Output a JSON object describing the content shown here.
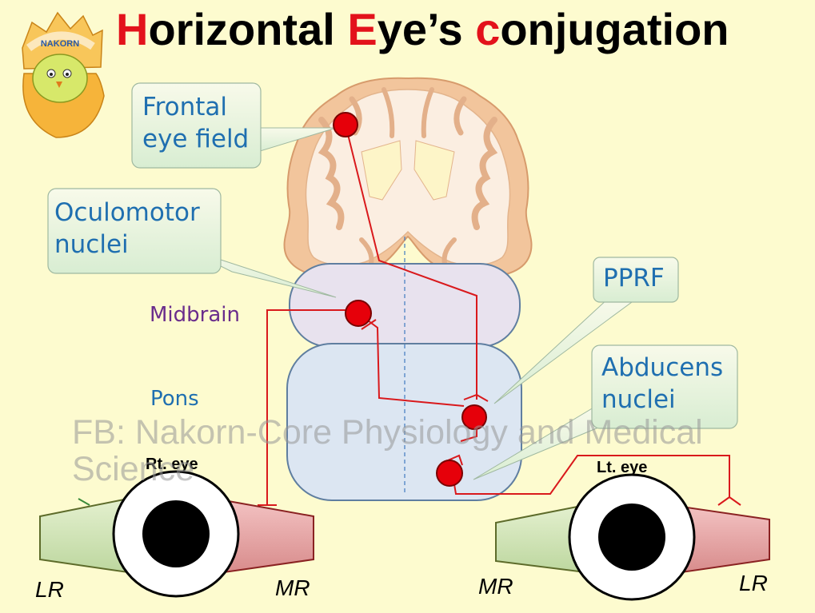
{
  "title": {
    "h": "H",
    "part1": "orizontal ",
    "e": "E",
    "part2": "ye’s ",
    "c": "c",
    "part3": "onjugation"
  },
  "callouts": {
    "frontal_eye_field": [
      "Frontal",
      "eye field"
    ],
    "oculomotor_nuclei": [
      "Oculomotor",
      "nuclei"
    ],
    "pprf": "PPRF",
    "abducens_nuclei": [
      "Abducens",
      "nuclei"
    ]
  },
  "labels": {
    "midbrain": "Midbrain",
    "pons": "Pons"
  },
  "eyes": {
    "right": {
      "title": "Rt. eye",
      "lateral": "LR",
      "medial": "MR"
    },
    "left": {
      "title": "Lt. eye",
      "lateral": "LR",
      "medial": "MR"
    }
  },
  "watermark": [
    "FB: Nakorn-Core Physiology and Medical",
    "Science"
  ],
  "logo_text": "NAKORN",
  "colors": {
    "pathway": "#d9191c",
    "nucleus": "#e6000a",
    "title_accent": "#e3121b",
    "callout_text": "#1f6fb0",
    "midbrain_text": "#6a2d8c",
    "pons_text": "#1f6fb0"
  }
}
